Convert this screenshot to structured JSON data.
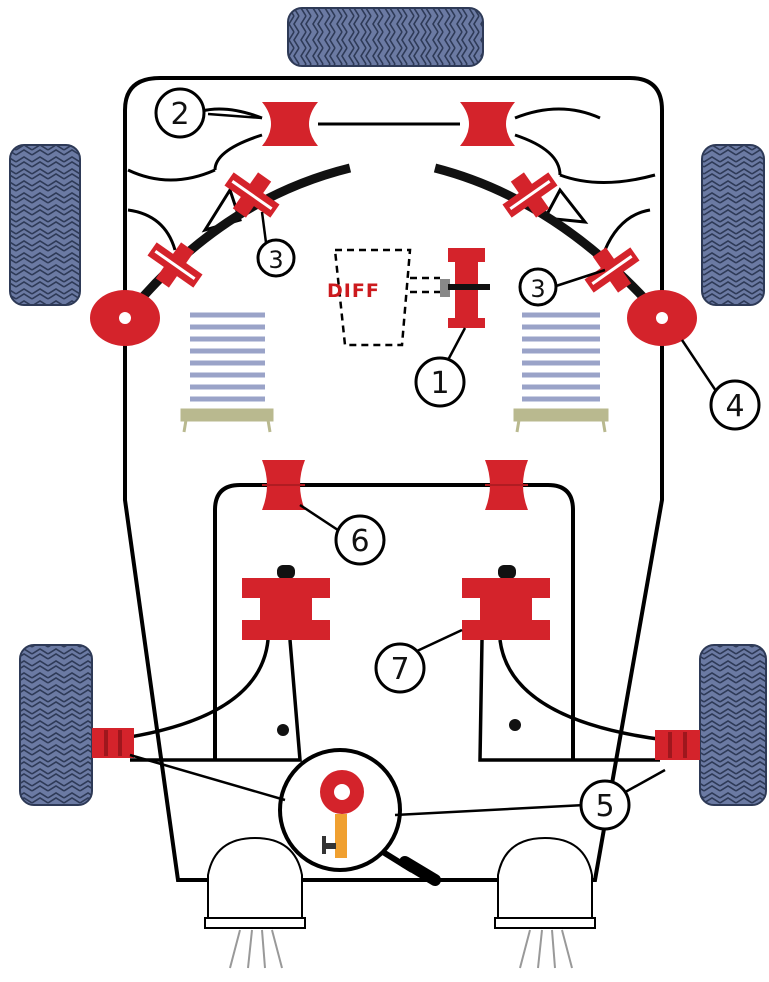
{
  "colors": {
    "bush": "#d4232b",
    "bush_dark": "#9e171d",
    "tyre": "#6b7aa3",
    "tyre_dark": "#33405e",
    "spring": "#9aa3c8",
    "spring_seat": "#b9b98f",
    "key_handle": "#f0a030",
    "line": "#000000"
  },
  "diff_label": "DIFF",
  "callouts": [
    {
      "id": "1",
      "text": "1"
    },
    {
      "id": "2",
      "text": "2"
    },
    {
      "id": "3a",
      "text": "3"
    },
    {
      "id": "3b",
      "text": "3"
    },
    {
      "id": "4",
      "text": "4"
    },
    {
      "id": "5",
      "text": "5"
    },
    {
      "id": "6",
      "text": "6"
    },
    {
      "id": "7",
      "text": "7"
    }
  ],
  "icons": [
    "tyre-icon",
    "bush-icon",
    "coil-spring-icon",
    "magnifier-icon",
    "key-icon",
    "headlight-icon"
  ]
}
